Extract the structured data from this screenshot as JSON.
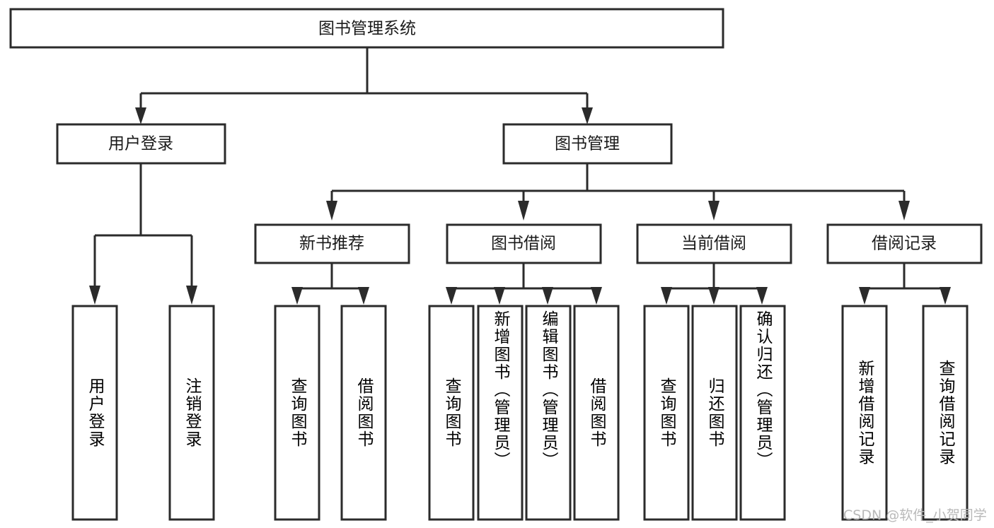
{
  "diagram": {
    "type": "tree-hierarchy-flowchart",
    "title": "图书管理系统",
    "background_color": "#ffffff",
    "box_stroke_color": "#2b2b2b",
    "text_color": "#1a1a1a",
    "levels": [
      {
        "level": 0,
        "nodes": [
          {
            "id": "root",
            "label": "图书管理系统",
            "orientation": "horizontal"
          }
        ]
      },
      {
        "level": 1,
        "nodes": [
          {
            "id": "login",
            "label": "用户登录",
            "orientation": "horizontal",
            "parent": "root"
          },
          {
            "id": "bookmgmt",
            "label": "图书管理",
            "orientation": "horizontal",
            "parent": "root"
          }
        ]
      },
      {
        "level": 2,
        "nodes": [
          {
            "id": "newbook",
            "label": "新书推荐",
            "orientation": "horizontal",
            "parent": "bookmgmt"
          },
          {
            "id": "borrow",
            "label": "图书借阅",
            "orientation": "horizontal",
            "parent": "bookmgmt"
          },
          {
            "id": "current",
            "label": "当前借阅",
            "orientation": "horizontal",
            "parent": "bookmgmt"
          },
          {
            "id": "record",
            "label": "借阅记录",
            "orientation": "horizontal",
            "parent": "bookmgmt"
          }
        ]
      },
      {
        "level": 3,
        "nodes": [
          {
            "id": "leaf-user-login",
            "label": "用户登录",
            "orientation": "vertical",
            "parent": "login"
          },
          {
            "id": "leaf-user-logout",
            "label": "注销登录",
            "orientation": "vertical",
            "parent": "login"
          },
          {
            "id": "leaf-query-book-1",
            "label": "查询图书",
            "orientation": "vertical",
            "parent": "newbook"
          },
          {
            "id": "leaf-borrow-book-1",
            "label": "借阅图书",
            "orientation": "vertical",
            "parent": "newbook"
          },
          {
            "id": "leaf-query-book-2",
            "label": "查询图书",
            "orientation": "vertical",
            "parent": "borrow"
          },
          {
            "id": "leaf-add-book",
            "label": "新增图书（管理员）",
            "orientation": "vertical",
            "parent": "borrow"
          },
          {
            "id": "leaf-edit-book",
            "label": "编辑图书（管理员）",
            "orientation": "vertical",
            "parent": "borrow"
          },
          {
            "id": "leaf-borrow-book-2",
            "label": "借阅图书",
            "orientation": "vertical",
            "parent": "borrow"
          },
          {
            "id": "leaf-query-book-3",
            "label": "查询图书",
            "orientation": "vertical",
            "parent": "current"
          },
          {
            "id": "leaf-return-book",
            "label": "归还图书",
            "orientation": "vertical",
            "parent": "current"
          },
          {
            "id": "leaf-confirm-return",
            "label": "确认归还（管理员）",
            "orientation": "vertical",
            "parent": "current"
          },
          {
            "id": "leaf-add-record",
            "label": "新增借阅记录",
            "orientation": "vertical",
            "parent": "record"
          },
          {
            "id": "leaf-query-record",
            "label": "查询借阅记录",
            "orientation": "vertical",
            "parent": "record"
          }
        ]
      }
    ]
  },
  "watermark": {
    "text": "CSDN @软件_小贺同学",
    "color": "#b9b9b9"
  }
}
